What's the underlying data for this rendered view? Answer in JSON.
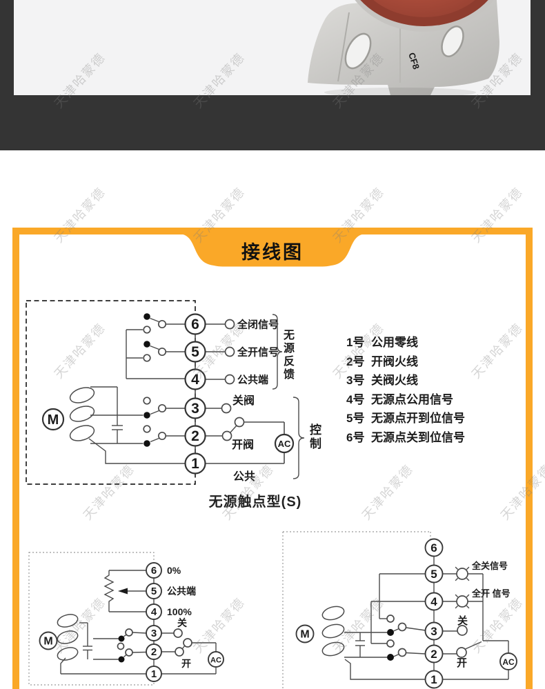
{
  "watermark": {
    "text": "天津哈蒙德"
  },
  "colors": {
    "accent_orange": "#FAA828",
    "header_dark": "#343434",
    "photo_bg": "#F3F3F4"
  },
  "product": {
    "embossed_text": "CF8"
  },
  "wiring": {
    "banner_title": "接线图",
    "terminal_numbers": [
      "6",
      "5",
      "4",
      "3",
      "2",
      "1"
    ],
    "diagram1": {
      "labels": {
        "t6": "全闭信号",
        "t5": "全开信号",
        "t4": "公共端",
        "t3": "关阀",
        "t2": "开阀",
        "t1": "公共"
      },
      "feedback_brace": "无源反馈",
      "control_brace": "控制",
      "motor": "M",
      "ac": "AC",
      "caption": "无源触点型(S)"
    },
    "legend": [
      {
        "no": "1号",
        "desc": "公用零线"
      },
      {
        "no": "2号",
        "desc": "开阀火线"
      },
      {
        "no": "3号",
        "desc": "关阀火线"
      },
      {
        "no": "4号",
        "desc": "无源点公用信号"
      },
      {
        "no": "5号",
        "desc": "无源点开到位信号"
      },
      {
        "no": "6号",
        "desc": "无源点关到位信号"
      }
    ],
    "diagram2": {
      "labels": {
        "t6": "0%",
        "t5": "公共端",
        "t4": "100%",
        "t3": "关",
        "t2": "开"
      },
      "motor": "M",
      "ac": "AC"
    },
    "diagram3": {
      "labels": {
        "t5": "全关信号",
        "t4": "全开 信号",
        "t3": "关",
        "t2": "开"
      },
      "motor": "M",
      "ac": "AC"
    }
  }
}
